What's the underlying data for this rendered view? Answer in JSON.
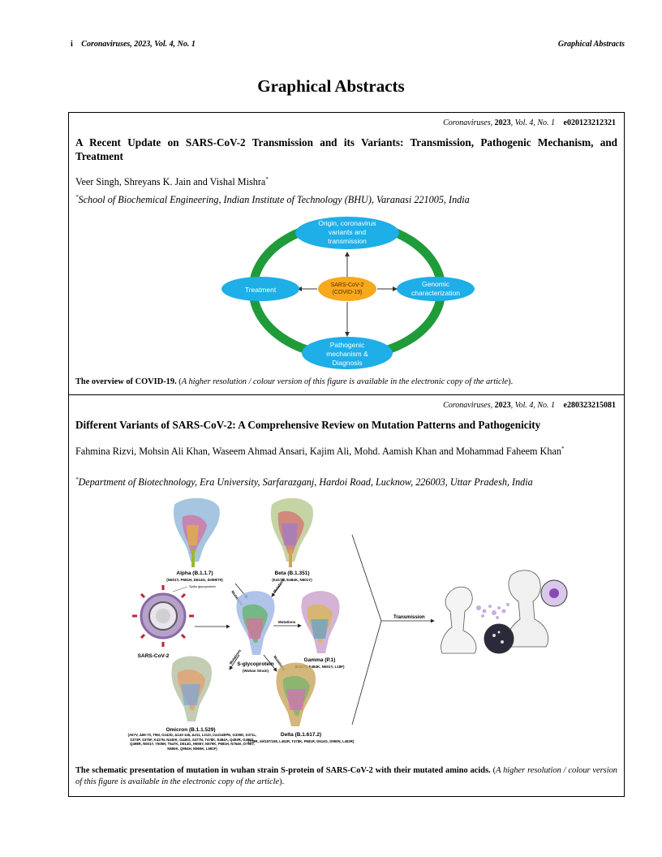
{
  "header": {
    "page_number": "i",
    "journal": "Coronaviruses, 2023, Vol. 4, No. 1",
    "section": "Graphical Abstracts"
  },
  "page_title": "Graphical Abstracts",
  "articles": [
    {
      "citation_journal": "Coronaviruses,",
      "citation_year": "2023",
      "citation_vol": ", Vol. 4, No. 1",
      "doi": "e020123212321",
      "title": "A Recent Update on SARS-CoV-2 Transmission and its Variants: Transmission, Pathogenic Mechanism, and Treatment",
      "authors": "Veer Singh, Shreyans K. Jain and Vishal Mishra",
      "author_mark": "*",
      "affiliation_mark": "*",
      "affiliation": "School of Biochemical Engineering, Indian Institute of Technology (BHU), Varanasi 221005, India",
      "diagram": {
        "center": "SARS-CoV-2 (COVID-19)",
        "top": "Origin, coronavirus variants and transmission",
        "right": "Genomic characterization",
        "bottom": "Pathogenic mechanism & Diagnosis",
        "left": "Treatment"
      },
      "caption_bold": "The overview of COVID-19.",
      "caption_italic": "A higher resolution / colour version of this figure is available in the electronic copy of the article",
      "colors": {
        "ring": "#1f9b3a",
        "node": "#1eaee8",
        "center": "#f7a81b"
      }
    },
    {
      "citation_journal": "Coronaviruses,",
      "citation_year": "2023",
      "citation_vol": ", Vol. 4, No. 1",
      "doi": "e280323215081",
      "title": "Different Variants of SARS-CoV-2: A Comprehensive Review on Mutation Patterns and Pathogenicity",
      "authors": "Fahmina Rizvi, Mohsin Ali Khan, Waseem Ahmad Ansari, Kajim Ali, Mohd. Aamish Khan and Mohammad Faheem Khan",
      "author_mark": "*",
      "affiliation_mark": "*",
      "affiliation": "Department of Biotechnology, Era University, Sarfarazganj, Hardoi Road, Lucknow, 226003, Uttar Pradesh, India",
      "figure": {
        "alpha": "Alpha (B.1.1.7)",
        "alpha_mut": "(N501Y, P681H, D614G, del69/70)",
        "beta": "Beta (B.1.351)",
        "beta_mut": "(K417N, E484K, N501Y)",
        "spike": "Spike glycoprotein",
        "virus": "SARS-CoV-2",
        "sgly": "S-glycoprotein",
        "wuhan": "(Wuhan Strain)",
        "mutations": "Mutations",
        "gamma": "Gamma (P.1)",
        "gamma_mut": "(K417T, E484K, N501Y, L18F)",
        "omicron": "Omicron (B.1.1.529)",
        "omicron_mut": "(A67V, Δ69-70, T95I, G142D, Δ143-145, Δ211, L212I, ins214EPE, G339D, S371L, S373P, S375F, K417N, N440K, G446S, S477N, T478K, E484A, Q493R, G496S, Q498R, N501Y, Y505H, T547K, D614G, H655Y, N679K, P681H, N764K, D796Y, N856K, Q954H, N969K, L981F)",
        "delta": "Delta (B.1.617.2)",
        "delta_mut": "(T19R, del157/158, L452R, T478K, P681R, D614G, D950N, L452R)",
        "transmission": "Transmission"
      },
      "caption_bold": "The schematic presentation of mutation in wuhan strain S-protein of SARS-CoV-2 with their mutated amino acids.",
      "caption_italic": "A higher resolution / colour version of this figure is available in the electronic copy of the article"
    }
  ]
}
